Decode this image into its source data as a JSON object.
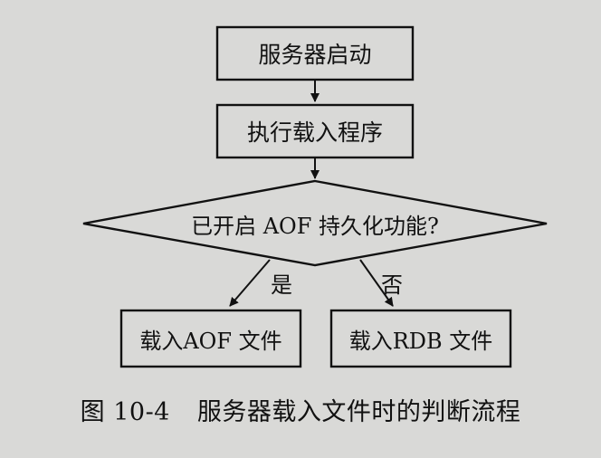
{
  "diagram": {
    "nodes": {
      "start": "服务器启动",
      "load_program": "执行载入程序",
      "decision": "已开启 AOF 持久化功能?",
      "load_aof": "载入AOF 文件",
      "load_rdb": "载入RDB 文件"
    },
    "edges": {
      "yes_label": "是",
      "no_label": "否"
    }
  },
  "caption": {
    "figure_number": "图 10-4",
    "title": "服务器载入文件时的判断流程"
  }
}
